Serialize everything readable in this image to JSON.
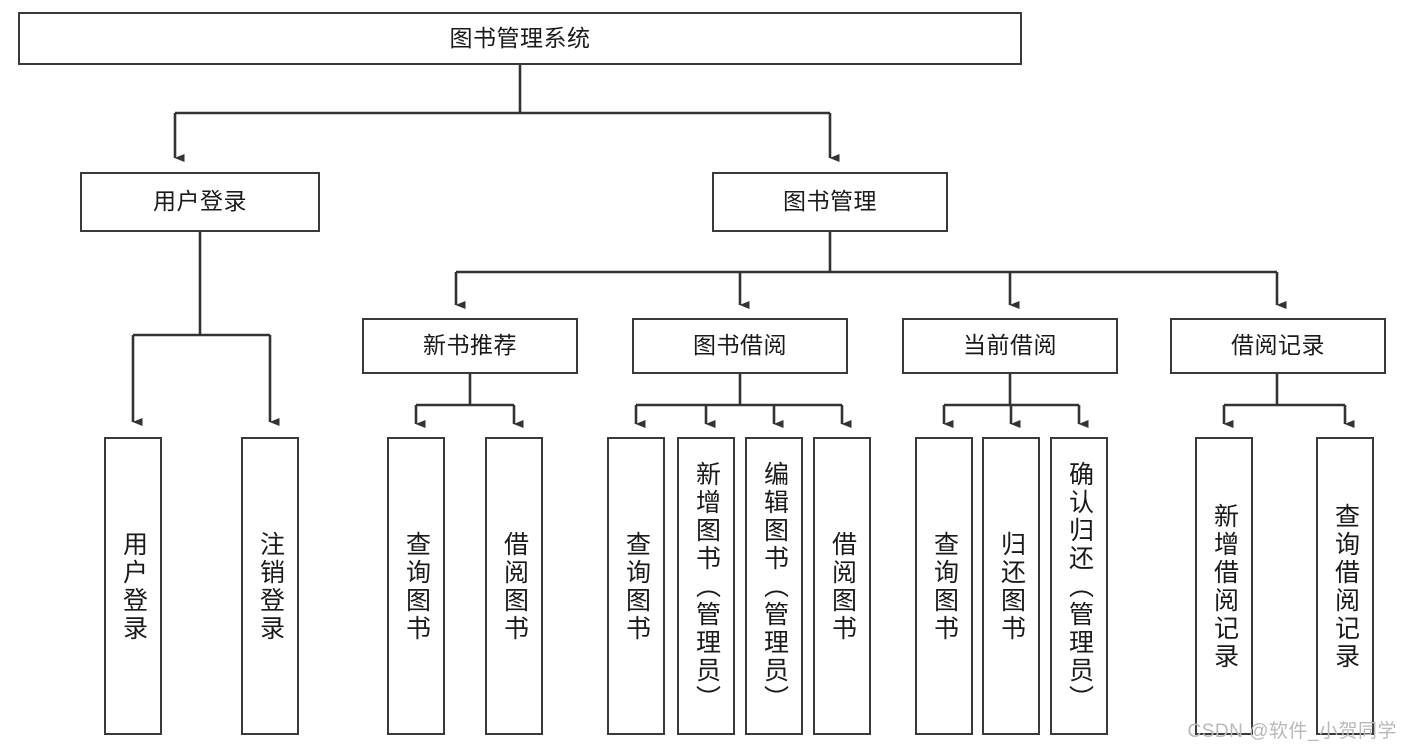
{
  "diagram": {
    "type": "tree",
    "title": "图书管理系统",
    "watermark": "CSDN @软件_小贺同学",
    "colors": {
      "background": "#ffffff",
      "box_border": "#3a3a3a",
      "edge": "#333333",
      "text": "#1a1a1a",
      "watermark": "#b9b9b9"
    },
    "nodes": {
      "root": {
        "label": "图书管理系统"
      },
      "level1": [
        {
          "label": "用户登录"
        },
        {
          "label": "图书管理"
        }
      ],
      "level2": [
        {
          "label": "新书推荐"
        },
        {
          "label": "图书借阅"
        },
        {
          "label": "当前借阅"
        },
        {
          "label": "借阅记录"
        }
      ],
      "leaves": {
        "user_login": [
          {
            "label": "用户登录"
          },
          {
            "label": "注销登录"
          }
        ],
        "new_book_recommend": [
          {
            "label": "查询图书"
          },
          {
            "label": "借阅图书"
          }
        ],
        "book_borrow": [
          {
            "label": "查询图书"
          },
          {
            "label": "新增图书（管理员）"
          },
          {
            "label": "编辑图书（管理员）"
          },
          {
            "label": "借阅图书"
          }
        ],
        "current_borrow": [
          {
            "label": "查询图书"
          },
          {
            "label": "归还图书"
          },
          {
            "label": "确认归还（管理员）"
          }
        ],
        "borrow_record": [
          {
            "label": "新增借阅记录"
          },
          {
            "label": "查询借阅记录"
          }
        ]
      }
    }
  }
}
